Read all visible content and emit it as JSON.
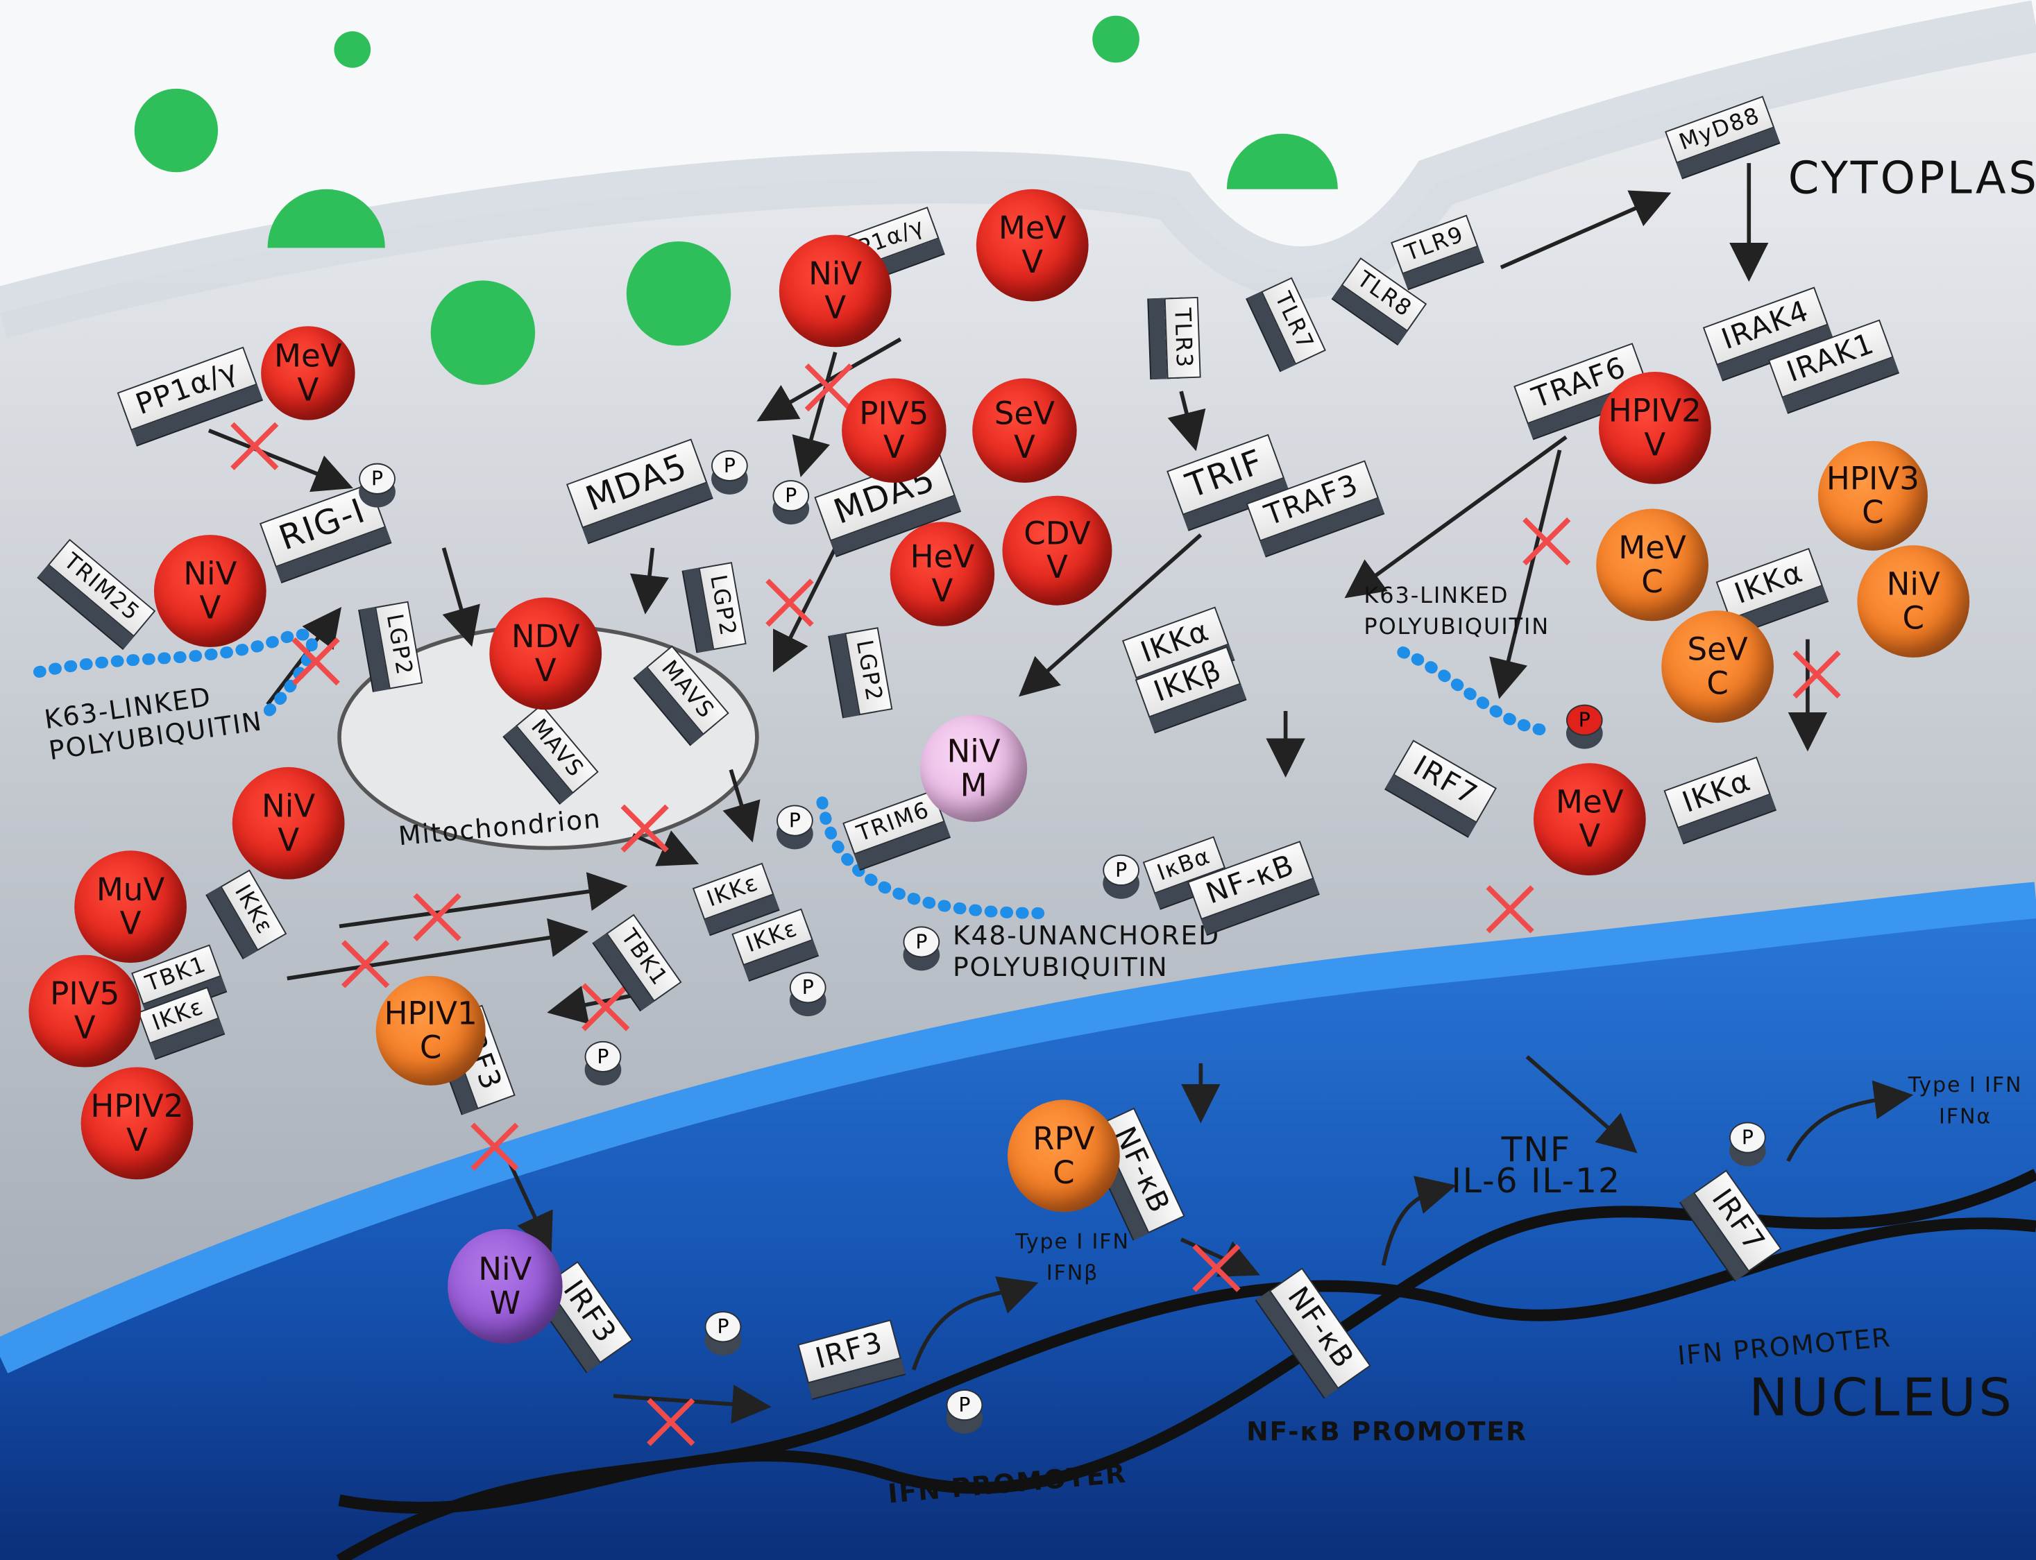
{
  "colors": {
    "virus_v": "#e0221a",
    "virus_c": "#f47a22",
    "virus_m": "#eab8e6",
    "virus_w": "#9457d6",
    "polyubiquitin": "#1f8ee8",
    "inhibition": "#f04a4a",
    "nucleus": "#1656b8",
    "cytoplasm": "#c9cdd3",
    "pathogen": "#2fbf5a"
  },
  "compartments": {
    "cytoplasm": "CYTOPLASM",
    "nucleus": "NUCLEUS",
    "mitochondrion": "Mitochondrion"
  },
  "annotations": {
    "k63_left": [
      "K63-LINKED",
      "POLYUBIQUITIN"
    ],
    "k63_right": [
      "K63-LINKED",
      "POLYUBIQUITIN"
    ],
    "k48": [
      "K48-UNANCHORED",
      "POLYUBIQUITIN"
    ],
    "ifn_promoter_1": "IFN PROMOTER",
    "ifn_promoter_2": "IFN PROMOTER",
    "nfkb_promoter": "NF-κB PROMOTER",
    "cytokines": [
      "TNF",
      "IL-6 IL-12"
    ],
    "ifn_beta": [
      "Type I IFN",
      "IFNβ"
    ],
    "ifn_alpha": [
      "Type I IFN",
      "IFNα"
    ]
  },
  "proteins": {
    "pp1_left": "PP1α/γ",
    "rigi": "RIG-I",
    "trim25": "TRIM25",
    "lgp2_a": "LGP2",
    "mda5_a": "MDA5",
    "lgp2_b": "LGP2",
    "pp1_top": "PP1α/γ",
    "mda5_b": "MDA5",
    "lgp2_c": "LGP2",
    "mavs_a": "MAVS",
    "mavs_b": "MAVS",
    "tlr3": "TLR3",
    "tlr7": "TLR7",
    "tlr8": "TLR8",
    "tlr9": "TLR9",
    "myd88": "MyD88",
    "irak4": "IRAK4",
    "irak1": "IRAK1",
    "traf6": "TRAF6",
    "trif": "TRIF",
    "traf3": "TRAF3",
    "ikka_a": "IKKα",
    "ikkb": "IKKβ",
    "ikka_b": "IKKα",
    "irf7_a": "IRF7",
    "ikka_c": "IKKα",
    "ikba": "IκBα",
    "nfkb_a": "NF-κB",
    "trim6": "TRIM6",
    "ikke_a": "IKKε",
    "ikke_b": "IKKε",
    "tbk1_a": "TBK1",
    "ikke_c": "IKKε",
    "tbk1_b": "TBK1",
    "ikke_d": "IKKε",
    "irf3_a": "IRF3",
    "nfkb_b": "NF-κB",
    "irf3_b": "IRF3",
    "irf3_c": "IRF3",
    "nfkb_c": "NF-κB",
    "irf7_b": "IRF7",
    "phospho": "P"
  },
  "viral_proteins": [
    {
      "virus": "MeV",
      "protein": "V"
    },
    {
      "virus": "NiV",
      "protein": "V"
    },
    {
      "virus": "NiV",
      "protein": "V"
    },
    {
      "virus": "MeV",
      "protein": "V"
    },
    {
      "virus": "PIV5",
      "protein": "V"
    },
    {
      "virus": "SeV",
      "protein": "V"
    },
    {
      "virus": "HeV",
      "protein": "V"
    },
    {
      "virus": "CDV",
      "protein": "V"
    },
    {
      "virus": "NDV",
      "protein": "V"
    },
    {
      "virus": "NiV",
      "protein": "V"
    },
    {
      "virus": "MuV",
      "protein": "V"
    },
    {
      "virus": "PIV5",
      "protein": "V"
    },
    {
      "virus": "HPIV2",
      "protein": "V"
    },
    {
      "virus": "HPIV1",
      "protein": "C"
    },
    {
      "virus": "NiV",
      "protein": "M"
    },
    {
      "virus": "HPIV2",
      "protein": "V"
    },
    {
      "virus": "HPIV3",
      "protein": "C"
    },
    {
      "virus": "MeV",
      "protein": "C"
    },
    {
      "virus": "NiV",
      "protein": "C"
    },
    {
      "virus": "SeV",
      "protein": "C"
    },
    {
      "virus": "MeV",
      "protein": "V"
    },
    {
      "virus": "RPV",
      "protein": "C"
    },
    {
      "virus": "NiV",
      "protein": "W"
    }
  ]
}
